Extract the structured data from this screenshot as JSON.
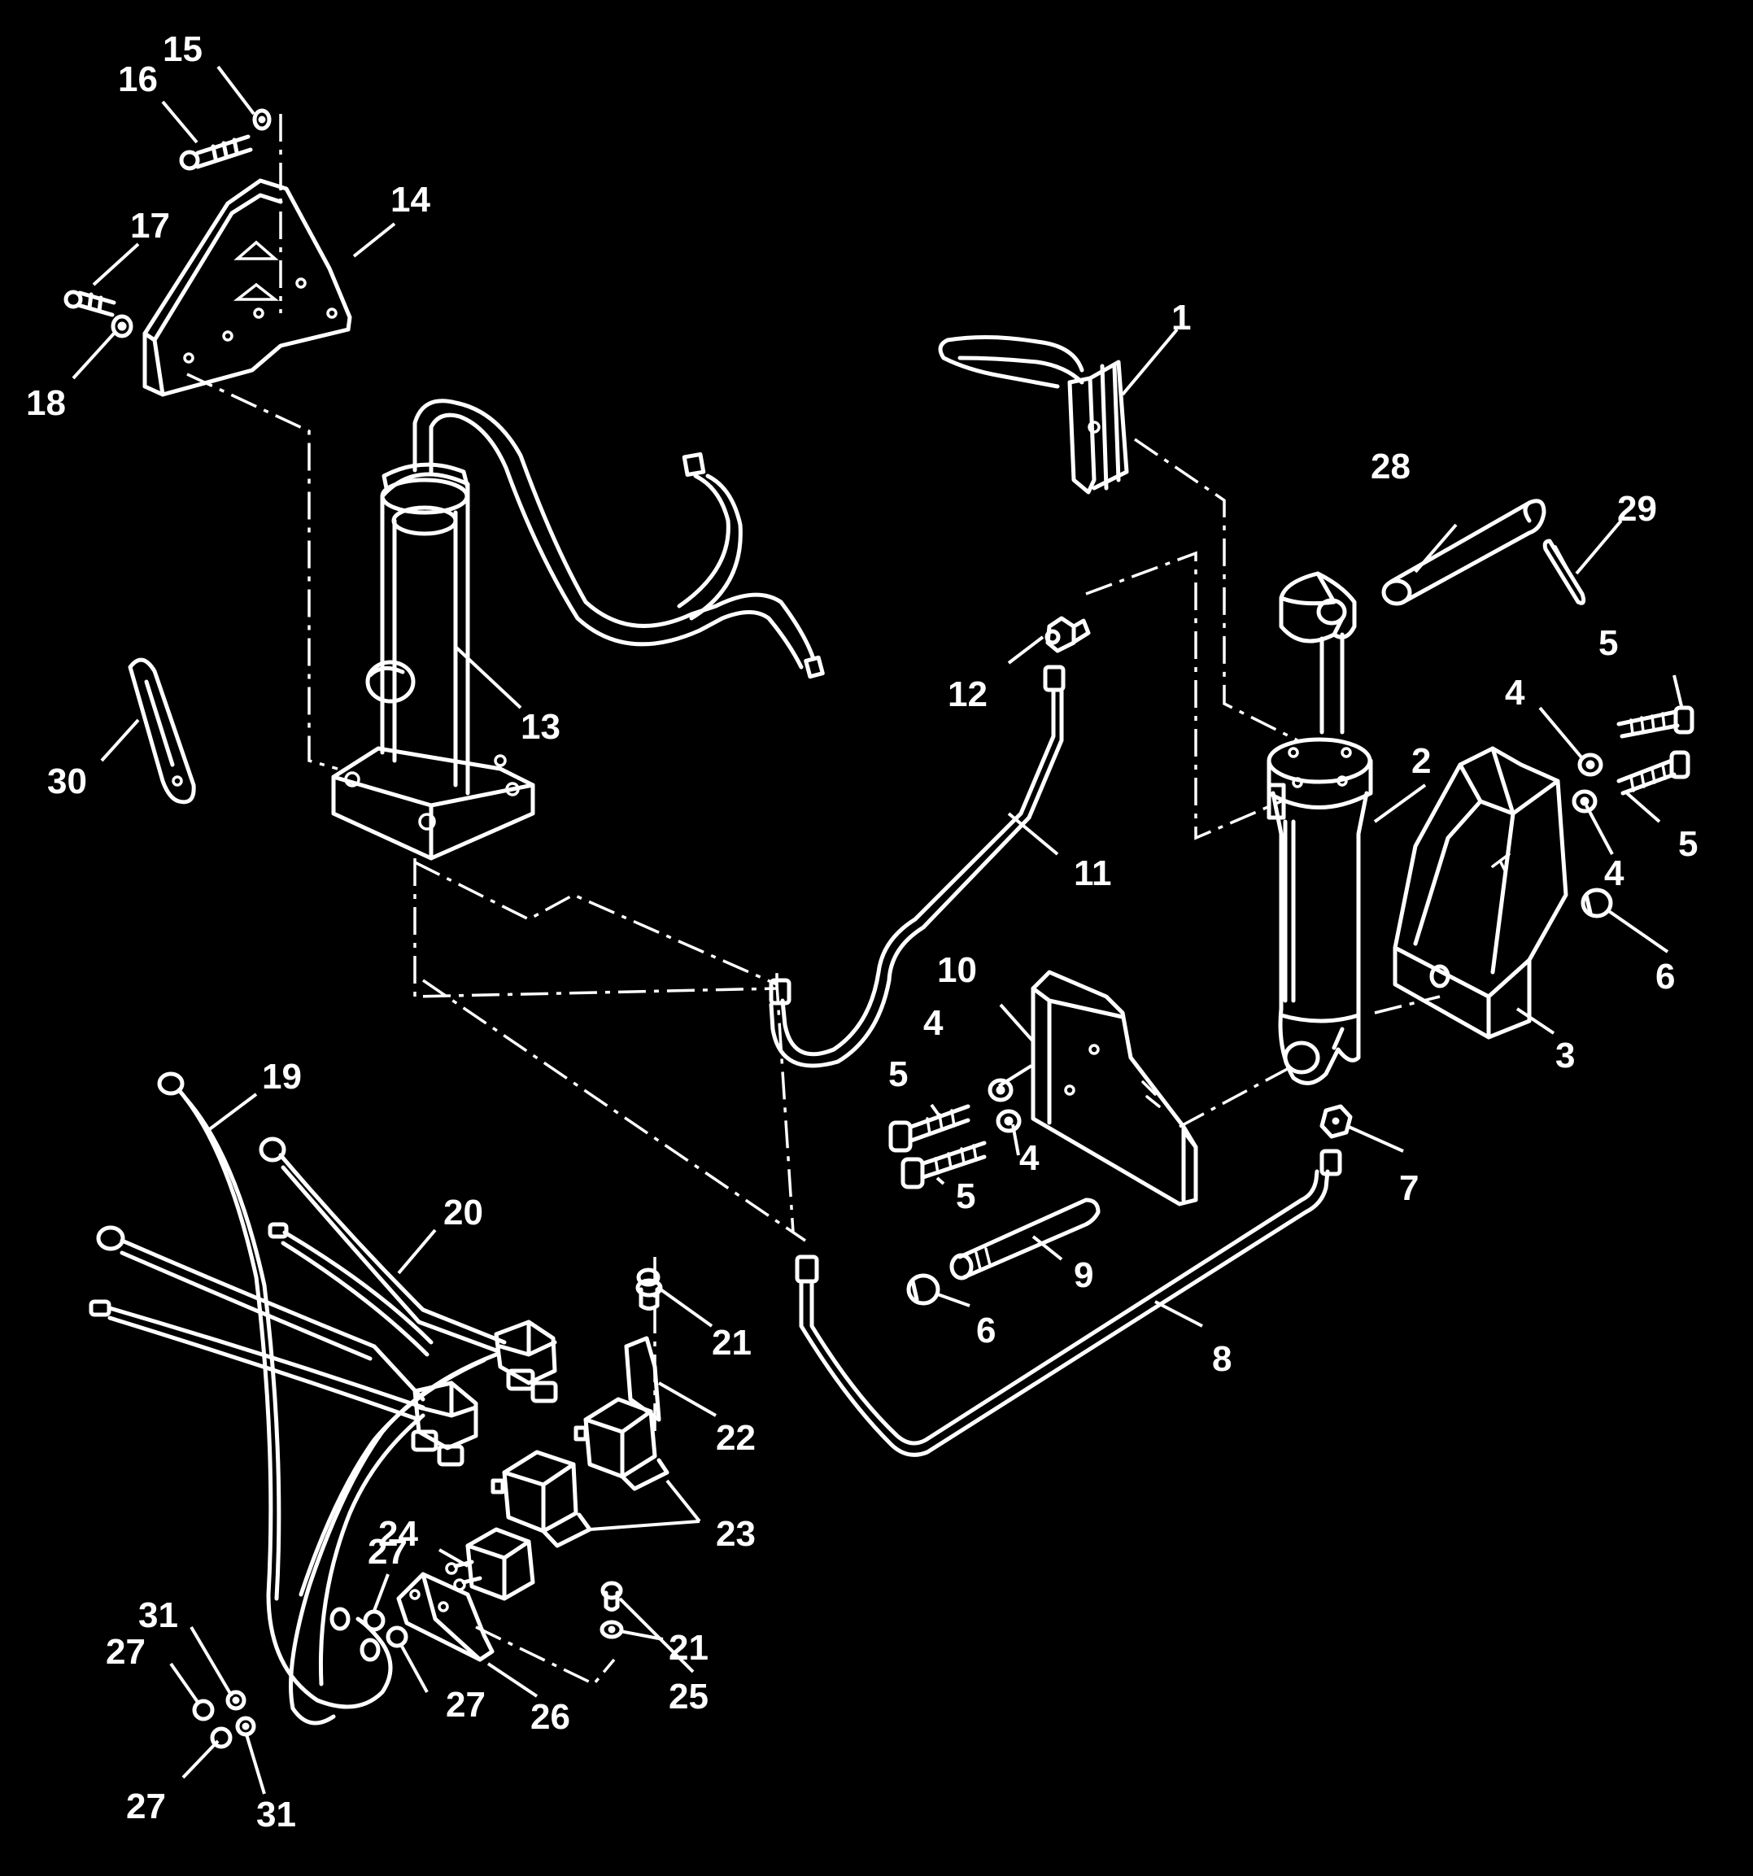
{
  "colors": {
    "background": "#000000",
    "linework": "#ffffff"
  },
  "callouts": [
    {
      "id": "c1",
      "text": "1"
    },
    {
      "id": "c2",
      "text": "2"
    },
    {
      "id": "c3",
      "text": "3"
    },
    {
      "id": "c4a",
      "text": "4"
    },
    {
      "id": "c4b",
      "text": "4"
    },
    {
      "id": "c4c",
      "text": "4"
    },
    {
      "id": "c4d",
      "text": "4"
    },
    {
      "id": "c5a",
      "text": "5"
    },
    {
      "id": "c5b",
      "text": "5"
    },
    {
      "id": "c5c",
      "text": "5"
    },
    {
      "id": "c5d",
      "text": "5"
    },
    {
      "id": "c6a",
      "text": "6"
    },
    {
      "id": "c6b",
      "text": "6"
    },
    {
      "id": "c7",
      "text": "7"
    },
    {
      "id": "c8",
      "text": "8"
    },
    {
      "id": "c9",
      "text": "9"
    },
    {
      "id": "c10",
      "text": "10"
    },
    {
      "id": "c11",
      "text": "11"
    },
    {
      "id": "c12",
      "text": "12"
    },
    {
      "id": "c13",
      "text": "13"
    },
    {
      "id": "c14",
      "text": "14"
    },
    {
      "id": "c15",
      "text": "15"
    },
    {
      "id": "c16",
      "text": "16"
    },
    {
      "id": "c17",
      "text": "17"
    },
    {
      "id": "c18",
      "text": "18"
    },
    {
      "id": "c19",
      "text": "19"
    },
    {
      "id": "c20",
      "text": "20"
    },
    {
      "id": "c21a",
      "text": "21"
    },
    {
      "id": "c21b",
      "text": "21"
    },
    {
      "id": "c22",
      "text": "22"
    },
    {
      "id": "c23",
      "text": "23"
    },
    {
      "id": "c24",
      "text": "24"
    },
    {
      "id": "c25",
      "text": "25"
    },
    {
      "id": "c26",
      "text": "26"
    },
    {
      "id": "c27a",
      "text": "27"
    },
    {
      "id": "c27b",
      "text": "27"
    },
    {
      "id": "c27c",
      "text": "27"
    },
    {
      "id": "c27d",
      "text": "27"
    },
    {
      "id": "c28",
      "text": "28"
    },
    {
      "id": "c29",
      "text": "29"
    },
    {
      "id": "c30",
      "text": "30"
    },
    {
      "id": "c31a",
      "text": "31"
    },
    {
      "id": "c31b",
      "text": "31"
    }
  ]
}
